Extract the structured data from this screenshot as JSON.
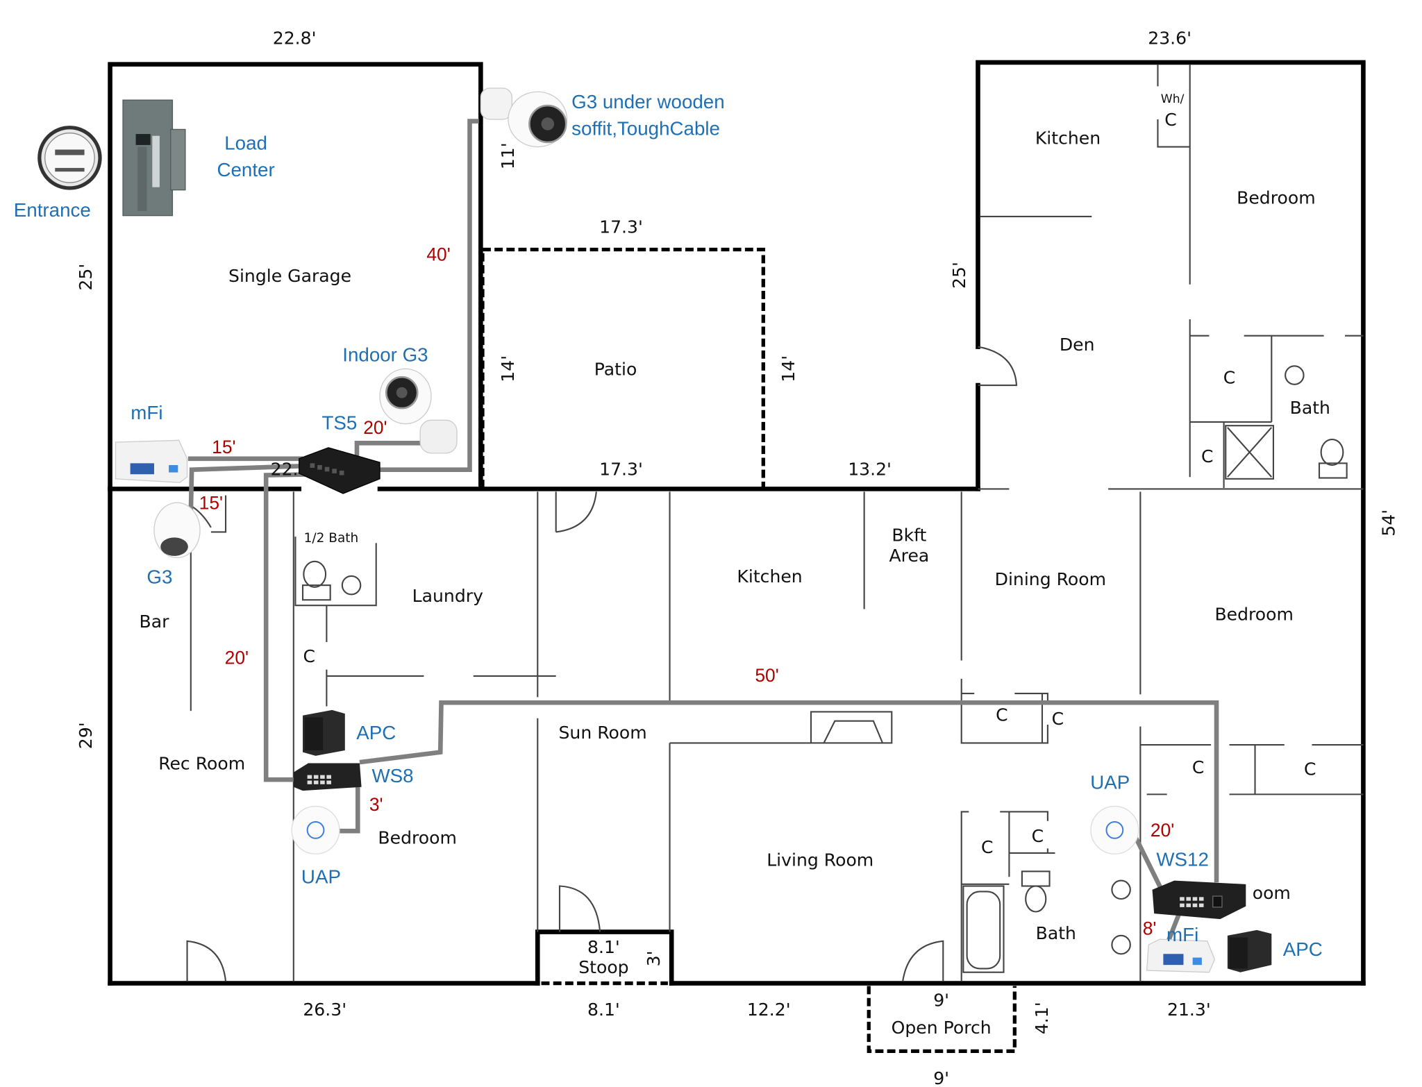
{
  "colors": {
    "device_label": "#1f6fb5",
    "cable_length": "#b00000",
    "wall": "#000000",
    "cable": "#7f7f7f"
  },
  "rooms": {
    "single_garage": "Single Garage",
    "patio": "Patio",
    "kitchen_upper": "Kitchen",
    "bedroom_upper": "Bedroom",
    "wh_closet_top": "Wh/",
    "wh_closet_c": "C",
    "den": "Den",
    "bath_upper": "Bath",
    "closet_upper_1": "C",
    "closet_upper_2": "C",
    "half_bath": "1/2 Bath",
    "laundry": "Laundry",
    "kitchen_main": "Kitchen",
    "bkft_line1": "Bkft",
    "bkft_line2": "Area",
    "dining_room": "Dining Room",
    "bedroom_right": "Bedroom",
    "bar": "Bar",
    "laundry_closet": "C",
    "rec_room": "Rec Room",
    "sun_room": "Sun Room",
    "bedroom_left": "Bedroom",
    "living_room": "Living Room",
    "closet_mid_1": "C",
    "closet_mid_2": "C",
    "closet_right_1": "C",
    "closet_right_2": "C",
    "closet_bath_1": "C",
    "closet_bath_2": "C",
    "bath_lower": "Bath",
    "bedroom_lower_partial": "oom",
    "stoop": "Stoop",
    "open_porch": "Open Porch"
  },
  "dimensions": {
    "garage_top": "22.8'",
    "garage_side": "25'",
    "garage_bottom_partial": "22.",
    "wing_top": "23.6'",
    "wing_side": "25'",
    "side_11": "11'",
    "patio_top": "17.3'",
    "patio_left": "14'",
    "patio_right": "14'",
    "patio_bottom": "17.3'",
    "segment_13_2": "13.2'",
    "right_side": "54'",
    "left_lower": "29'",
    "bottom_1": "26.3'",
    "bottom_2": "8.1'",
    "bottom_3": "12.2'",
    "bottom_4": "21.3'",
    "stoop_width": "8.1'",
    "stoop_depth": "3'",
    "porch_top": "9'",
    "porch_bottom": "9'",
    "porch_depth": "4.1'"
  },
  "devices": {
    "entrance": "Entrance",
    "load_center_line1": "Load",
    "load_center_line2": "Center",
    "g3_outdoor_line1": "G3 under wooden",
    "g3_outdoor_line2": "soffit,ToughCable",
    "indoor_g3": "Indoor G3",
    "mfi_garage": "mFi",
    "ts5": "TS5",
    "g3_dome": "G3",
    "apc_left": "APC",
    "ws8": "WS8",
    "uap_left": "UAP",
    "uap_right": "UAP",
    "ws12": "WS12",
    "mfi_right": "mFi",
    "apc_right": "APC"
  },
  "cable_lengths": {
    "to_outdoor_g3": "40'",
    "to_indoor_g3": "20'",
    "to_mfi": "15'",
    "to_g3_dome": "15'",
    "to_ws8": "20'",
    "ws8_to_uap": "3'",
    "ws8_to_ws12": "50'",
    "ws12_to_uap": "20'",
    "ws12_to_mfi": "8'"
  }
}
